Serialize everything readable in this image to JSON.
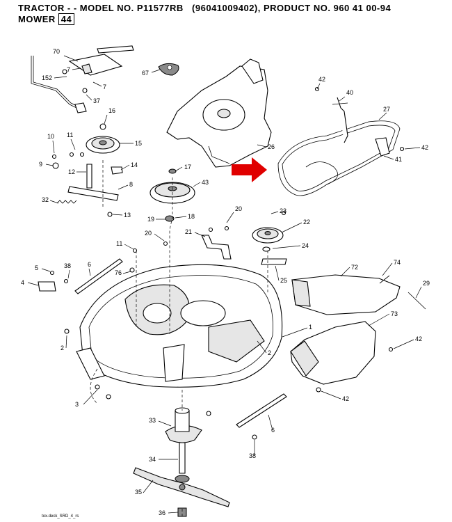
{
  "header": {
    "line1": "TRACTOR - - MODEL NO. P11577RB   (96041009402), PRODUCT NO. 960 41 00-94",
    "line2_prefix": "MOWER",
    "line2_boxed": "44"
  },
  "footer": {
    "code": "tox.deck_SRD_4_rs"
  },
  "colors": {
    "arrow": "#e00000"
  },
  "labels": [
    {
      "id": "l70",
      "text": "70"
    },
    {
      "id": "l152",
      "text": "152"
    },
    {
      "id": "l7a",
      "text": "7"
    },
    {
      "id": "l7b",
      "text": "7"
    },
    {
      "id": "l37",
      "text": "37"
    },
    {
      "id": "l67",
      "text": "67"
    },
    {
      "id": "l42a",
      "text": "42"
    },
    {
      "id": "l40",
      "text": "40"
    },
    {
      "id": "l27",
      "text": "27"
    },
    {
      "id": "l42b",
      "text": "42"
    },
    {
      "id": "l41",
      "text": "41"
    },
    {
      "id": "l26",
      "text": "26"
    },
    {
      "id": "l16",
      "text": "16"
    },
    {
      "id": "l11a",
      "text": "11"
    },
    {
      "id": "l10",
      "text": "10"
    },
    {
      "id": "l15",
      "text": "15"
    },
    {
      "id": "l9",
      "text": "9"
    },
    {
      "id": "l12",
      "text": "12"
    },
    {
      "id": "l14",
      "text": "14"
    },
    {
      "id": "l17",
      "text": "17"
    },
    {
      "id": "l43",
      "text": "43"
    },
    {
      "id": "l8",
      "text": "8"
    },
    {
      "id": "l32",
      "text": "32"
    },
    {
      "id": "l13",
      "text": "13"
    },
    {
      "id": "l19",
      "text": "19"
    },
    {
      "id": "l18",
      "text": "18"
    },
    {
      "id": "l20a",
      "text": "20"
    },
    {
      "id": "l23",
      "text": "23"
    },
    {
      "id": "l21",
      "text": "21"
    },
    {
      "id": "l22",
      "text": "22"
    },
    {
      "id": "l20b",
      "text": "20"
    },
    {
      "id": "l11b",
      "text": "11"
    },
    {
      "id": "l24",
      "text": "24"
    },
    {
      "id": "l5",
      "text": "5"
    },
    {
      "id": "l38a",
      "text": "38"
    },
    {
      "id": "l6a",
      "text": "6"
    },
    {
      "id": "l76",
      "text": "76"
    },
    {
      "id": "l72",
      "text": "72"
    },
    {
      "id": "l74",
      "text": "74"
    },
    {
      "id": "l4",
      "text": "4"
    },
    {
      "id": "l25",
      "text": "25"
    },
    {
      "id": "l29",
      "text": "29"
    },
    {
      "id": "l1",
      "text": "1"
    },
    {
      "id": "l73",
      "text": "73"
    },
    {
      "id": "l2a",
      "text": "2"
    },
    {
      "id": "l2b",
      "text": "2"
    },
    {
      "id": "l42c",
      "text": "42"
    },
    {
      "id": "l3",
      "text": "3"
    },
    {
      "id": "l42d",
      "text": "42"
    },
    {
      "id": "l33",
      "text": "33"
    },
    {
      "id": "l6b",
      "text": "6"
    },
    {
      "id": "l38b",
      "text": "38"
    },
    {
      "id": "l34",
      "text": "34"
    },
    {
      "id": "l35",
      "text": "35"
    },
    {
      "id": "l36",
      "text": "36"
    }
  ]
}
